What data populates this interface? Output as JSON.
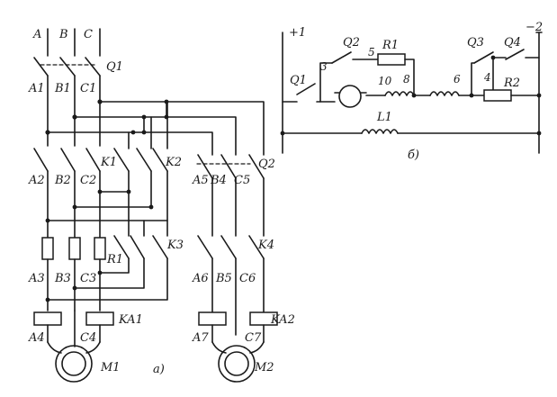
{
  "diagram_a": {
    "caption": "а)",
    "phases": [
      "A",
      "B",
      "C"
    ],
    "breaker": "Q1",
    "breaker_terms": [
      "A1",
      "B1",
      "C1"
    ],
    "motor1_terms_top": [
      "A2",
      "B2",
      "C2"
    ],
    "contactor1": "K1",
    "contactor2": "K2",
    "reverse_switch": "Q2",
    "motor2_terms_top": [
      "A5",
      "B4",
      "C5"
    ],
    "motor1_terms_mid": [
      "A3",
      "B3",
      "C3"
    ],
    "resistor1": "R1",
    "contactor3": "K3",
    "motor2_terms_mid": [
      "A6",
      "B5",
      "C6"
    ],
    "contactor4": "K4",
    "relay1": "KA1",
    "relay2": "KA2",
    "motor1_terms_bottom": [
      "A4",
      "C4"
    ],
    "motor2_terms_bottom": [
      "A7",
      "C7"
    ],
    "motor1": "M1",
    "motor2": "M2"
  },
  "diagram_b": {
    "caption": "б)",
    "plus": "+1",
    "minus": "−2",
    "switches": [
      "Q1",
      "Q2",
      "Q3",
      "Q4"
    ],
    "resistors": [
      "R1",
      "R2"
    ],
    "winding": "L1",
    "nodes": [
      "3",
      "5",
      "8",
      "10",
      "6",
      "4"
    ]
  }
}
